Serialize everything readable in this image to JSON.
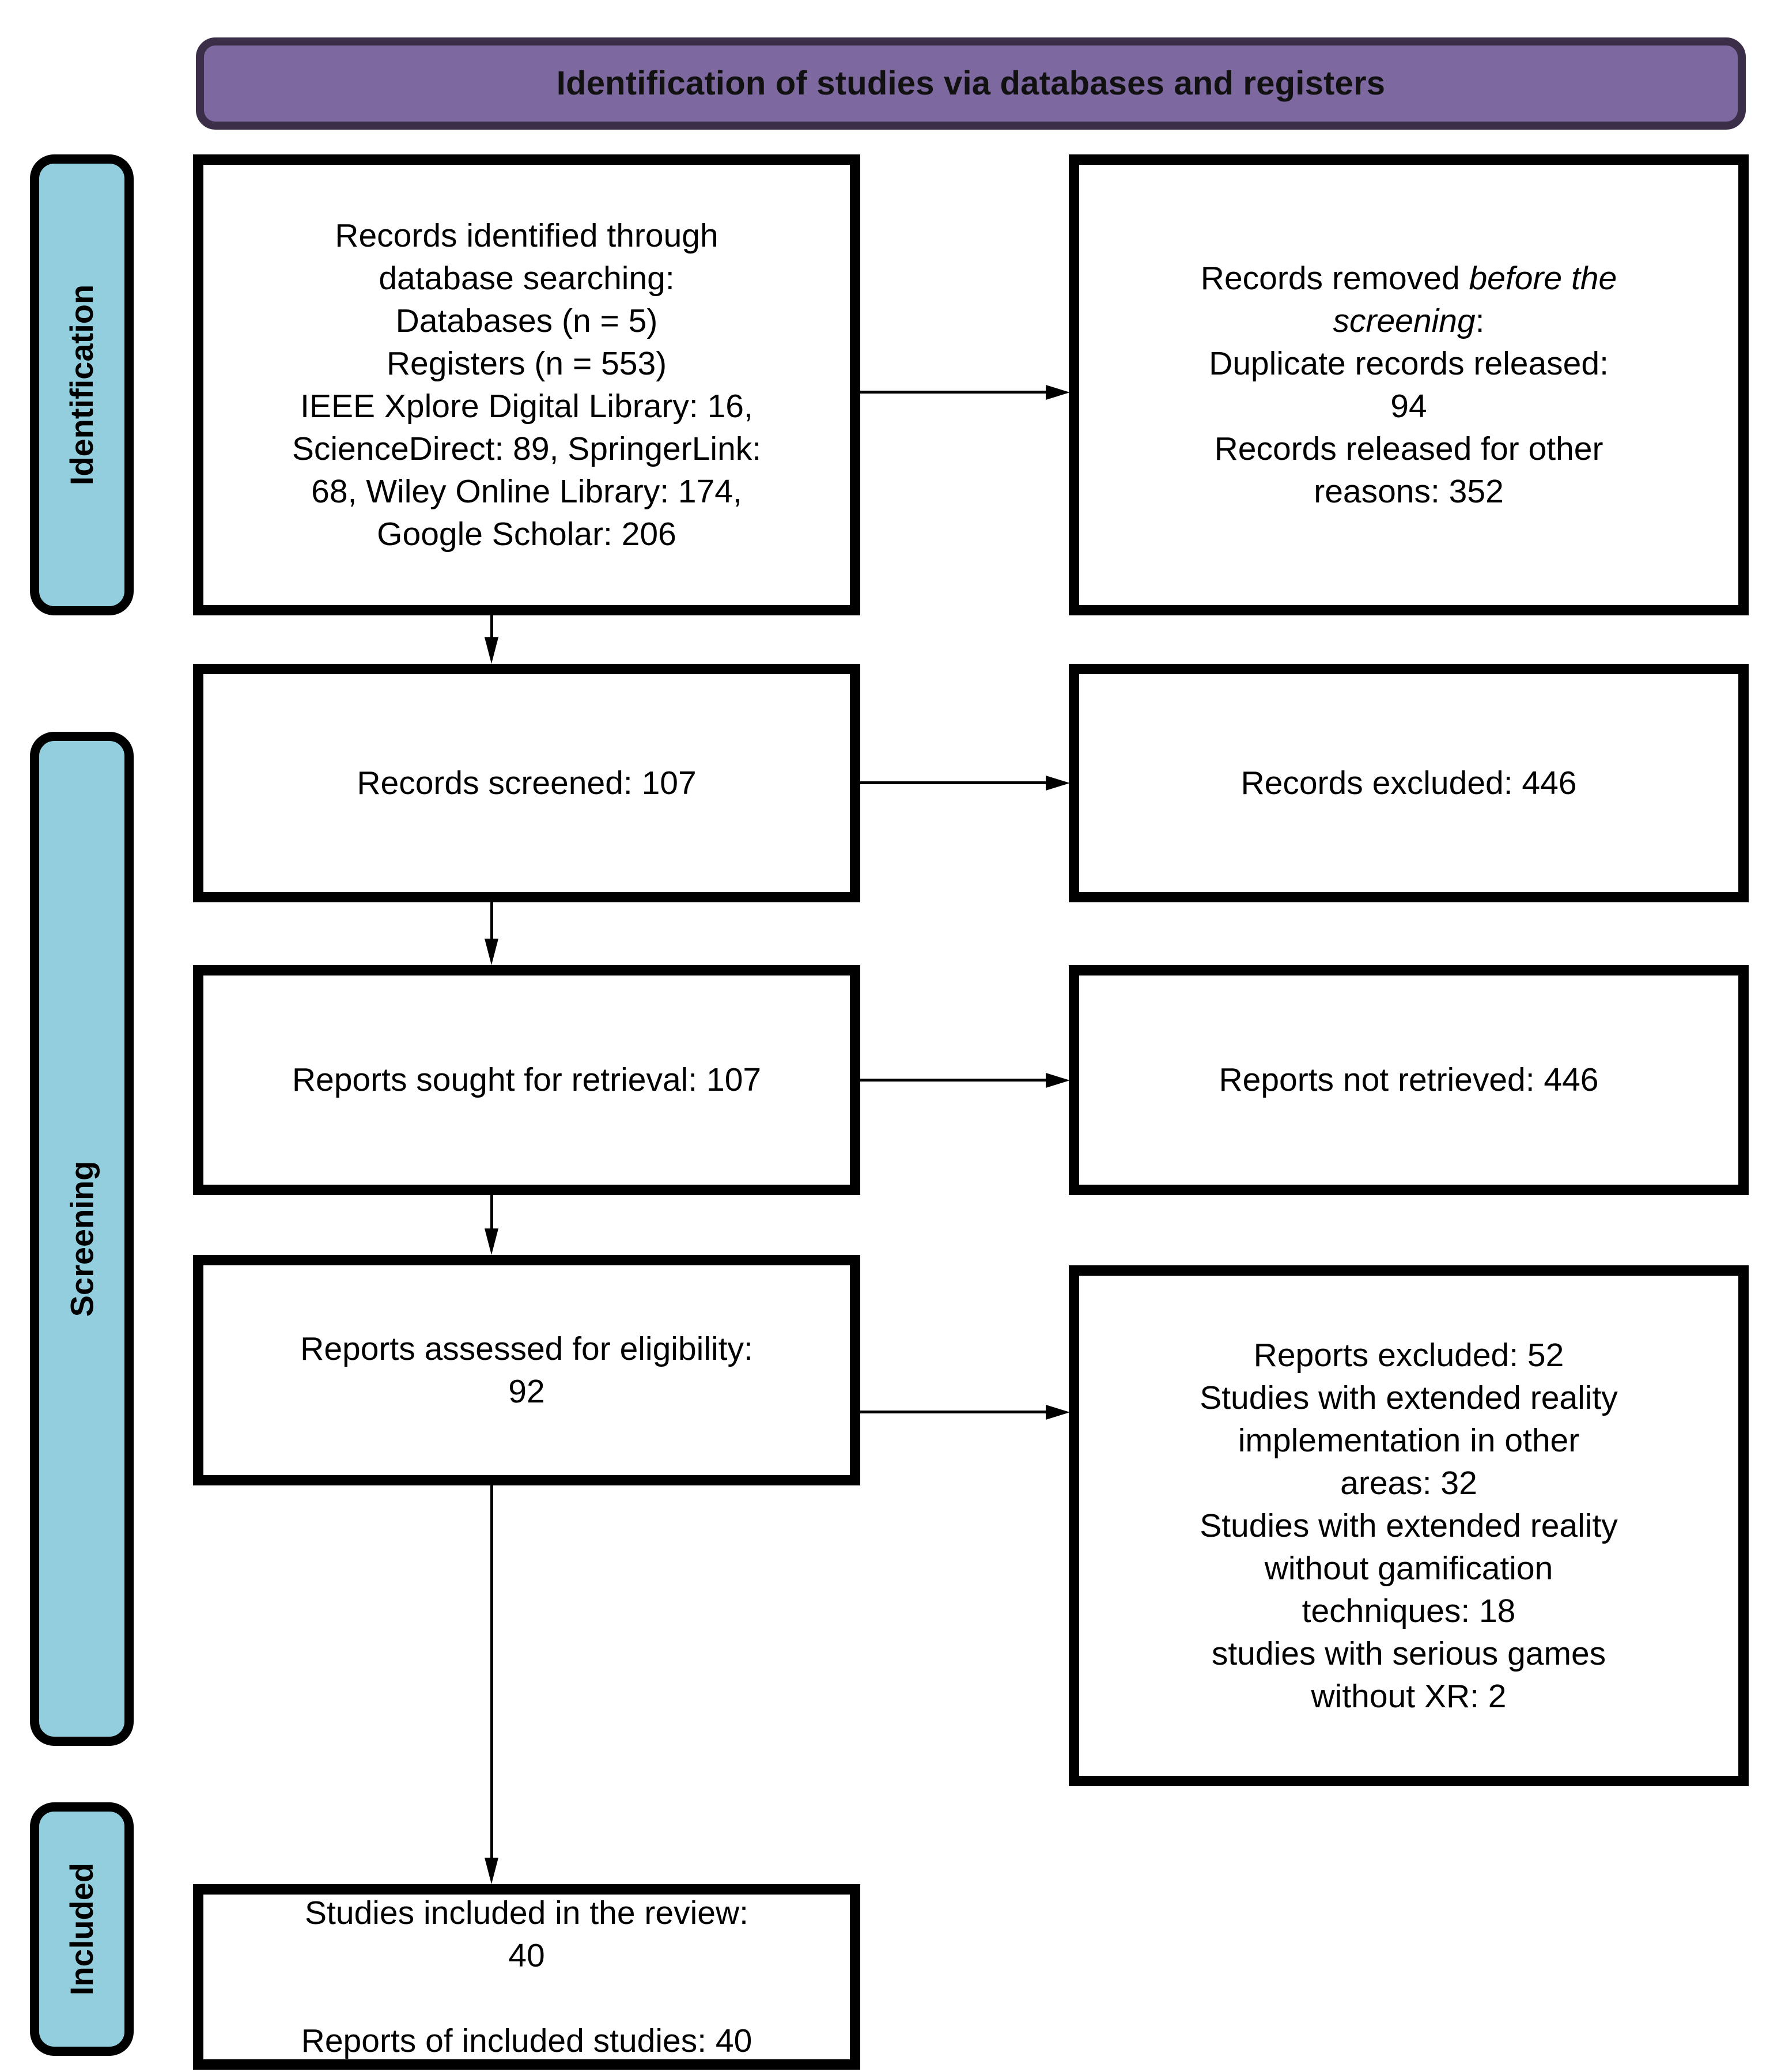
{
  "header": {
    "title": "Identification of studies via databases and registers",
    "fill_color": "#7E68A0",
    "border_color": "#3A2E48"
  },
  "stages": {
    "fill_color": "#92CEDD",
    "border_color": "#000000",
    "identification": "Identification",
    "screening": "Screening",
    "included": "Included"
  },
  "boxes": {
    "identified": {
      "lines": [
        "Records identified through",
        "database searching:",
        "Databases (n = 5)",
        "Registers (n = 553)",
        "IEEE Xplore Digital Library: 16,",
        "ScienceDirect: 89, SpringerLink:",
        "68, Wiley Online Library: 174,",
        "Google Scholar: 206"
      ],
      "text": "Records identified through database searching: Databases (n = 5) Registers (n = 553) IEEE Xplore Digital Library: 16, ScienceDirect: 89, SpringerLink: 68, Wiley Online Library: 174, Google Scholar: 206"
    },
    "removed": {
      "line1_plain": "Records removed ",
      "line1_italic": "before the",
      "line2_italic": "screening",
      "line2_plain": ":",
      "lines_rest": [
        "Duplicate records released:",
        "94",
        "Records released for other",
        "reasons: 352"
      ],
      "text": "Records removed before the screening: Duplicate records released: 94 Records released for other reasons: 352"
    },
    "screened": {
      "text": "Records screened: 107"
    },
    "excluded": {
      "text": "Records excluded: 446"
    },
    "sought": {
      "text": "Reports sought for retrieval: 107"
    },
    "not_retrieved": {
      "text": "Reports not retrieved: 446"
    },
    "assessed": {
      "lines": [
        "Reports assessed for eligibility:",
        "92"
      ],
      "text": "Reports assessed for eligibility: 92"
    },
    "reports_excluded": {
      "lines": [
        "Reports excluded: 52",
        "Studies with extended reality",
        "implementation in other",
        "areas: 32",
        "Studies with extended reality",
        "without gamification",
        "techniques: 18",
        "studies with serious games",
        "without XR: 2"
      ],
      "text": "Reports excluded: 52 Studies with extended reality implementation in other areas: 32 Studies with extended reality without gamification techniques: 18 studies with serious games without XR: 2"
    },
    "included": {
      "lines": [
        "Studies included in the review:",
        "40",
        "",
        "Reports of included studies: 40"
      ],
      "text": "Studies included in the review: 40 Reports of included studies: 40"
    }
  },
  "chart_data": {
    "type": "table",
    "title": "PRISMA 2020 flow diagram — Identification of studies via databases and registers",
    "columns": [
      "Stage",
      "Item",
      "Count"
    ],
    "rows": [
      [
        "Identification",
        "Databases (n)",
        5
      ],
      [
        "Identification",
        "Registers (n)",
        553
      ],
      [
        "Identification",
        "IEEE Xplore Digital Library",
        16
      ],
      [
        "Identification",
        "ScienceDirect",
        89
      ],
      [
        "Identification",
        "SpringerLink",
        68
      ],
      [
        "Identification",
        "Wiley Online Library",
        174
      ],
      [
        "Identification",
        "Google Scholar",
        206
      ],
      [
        "Identification",
        "Duplicate records released",
        94
      ],
      [
        "Identification",
        "Records released for other reasons",
        352
      ],
      [
        "Screening",
        "Records screened",
        107
      ],
      [
        "Screening",
        "Records excluded",
        446
      ],
      [
        "Screening",
        "Reports sought for retrieval",
        107
      ],
      [
        "Screening",
        "Reports not retrieved",
        446
      ],
      [
        "Screening",
        "Reports assessed for eligibility",
        92
      ],
      [
        "Screening",
        "Reports excluded",
        52
      ],
      [
        "Screening",
        "Studies with extended reality implementation in other areas",
        32
      ],
      [
        "Screening",
        "Studies with extended reality without gamification techniques",
        18
      ],
      [
        "Screening",
        "studies with serious games without XR",
        2
      ],
      [
        "Included",
        "Studies included in the review",
        40
      ],
      [
        "Included",
        "Reports of included studies",
        40
      ]
    ]
  }
}
